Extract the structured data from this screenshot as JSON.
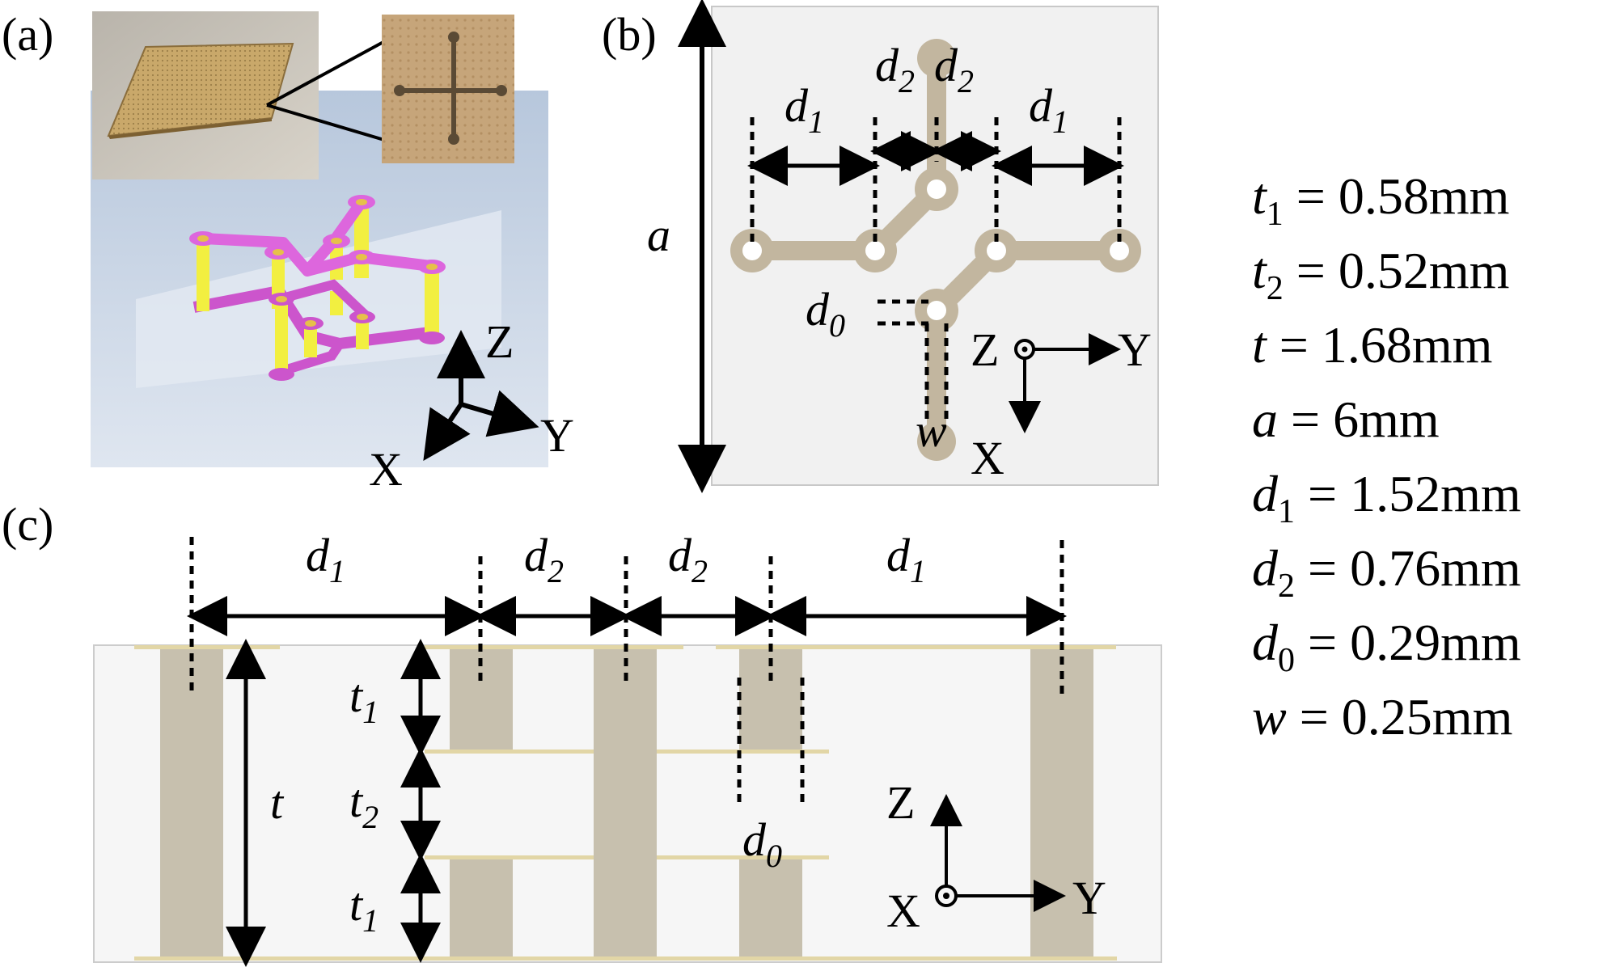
{
  "panels": {
    "a": {
      "label": "(a)"
    },
    "b": {
      "label": "(b)"
    },
    "c": {
      "label": "(c)"
    }
  },
  "axes": {
    "x": "X",
    "y": "Y",
    "z": "Z"
  },
  "symbols": {
    "d": "d",
    "t": "t",
    "a": "a",
    "w": "w",
    "sub_0": "0",
    "sub_1": "1",
    "sub_2": "2"
  },
  "parameters": [
    {
      "sym": "t",
      "sub": "1",
      "value": " = 0.58mm"
    },
    {
      "sym": "t",
      "sub": "2",
      "value": " = 0.52mm"
    },
    {
      "sym": "t",
      "sub": "",
      "value": " = 1.68mm"
    },
    {
      "sym": "a",
      "sub": "",
      "value": " = 6mm"
    },
    {
      "sym": "d",
      "sub": "1",
      "value": " = 1.52mm"
    },
    {
      "sym": "d",
      "sub": "2",
      "value": " = 0.76mm"
    },
    {
      "sym": "d",
      "sub": "0",
      "value": " = 0.29mm"
    },
    {
      "sym": "w",
      "sub": "",
      "value": " = 0.25mm"
    }
  ],
  "colors": {
    "board": "#c9a86a",
    "substrate": "#c7d4e6",
    "pad": "#dd66dd",
    "pillar": "#f2ef40",
    "trace": "#c2b69f",
    "via": "#bdb6a6",
    "layer": "#e2d6a6",
    "panel_bg": "#f1f1f1"
  }
}
